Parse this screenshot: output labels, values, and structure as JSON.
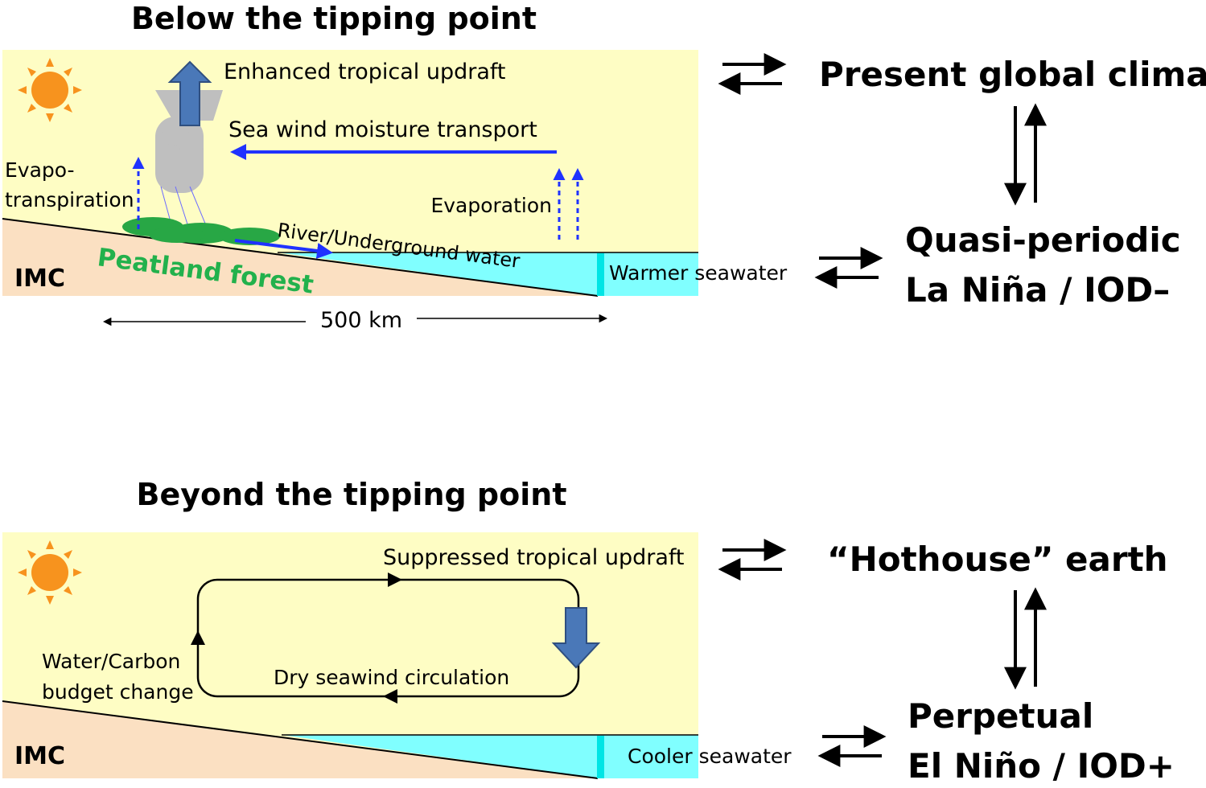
{
  "top": {
    "title": "Below the tipping point",
    "updraft": "Enhanced tropical updraft",
    "sea_wind": "Sea wind moisture transport",
    "evapo_line1": "Evapo-",
    "evapo_line2": "transpiration",
    "evaporation": "Evaporation",
    "river": "River/Underground water",
    "peatland": "Peatland forest",
    "imc": "IMC",
    "seawater": "Warmer seawater",
    "scale": "500 km",
    "state1": "Present global climate",
    "state2_line1": "Quasi-periodic",
    "state2_line2": "La Niña / IOD–"
  },
  "bottom": {
    "title": "Beyond the tipping point",
    "updraft": "Suppressed  tropical updraft",
    "budget_line1": "Water/Carbon",
    "budget_line2": "budget change",
    "circulation": "Dry seawind circulation",
    "imc": "IMC",
    "seawater": "Cooler seawater",
    "state1": "“Hothouse” earth",
    "state2_line1": "Perpetual",
    "state2_line2": "El Niño / IOD+"
  },
  "colors": {
    "sky": "#fefdc4",
    "land": "#fbe0c2",
    "sea": "#80ffff",
    "forest": "#28a745",
    "sun": "#f7931e",
    "updraft_arrow": "#4a78b8",
    "moisture_arrow": "#1f32ff",
    "cloud": "#bfbfbf"
  }
}
